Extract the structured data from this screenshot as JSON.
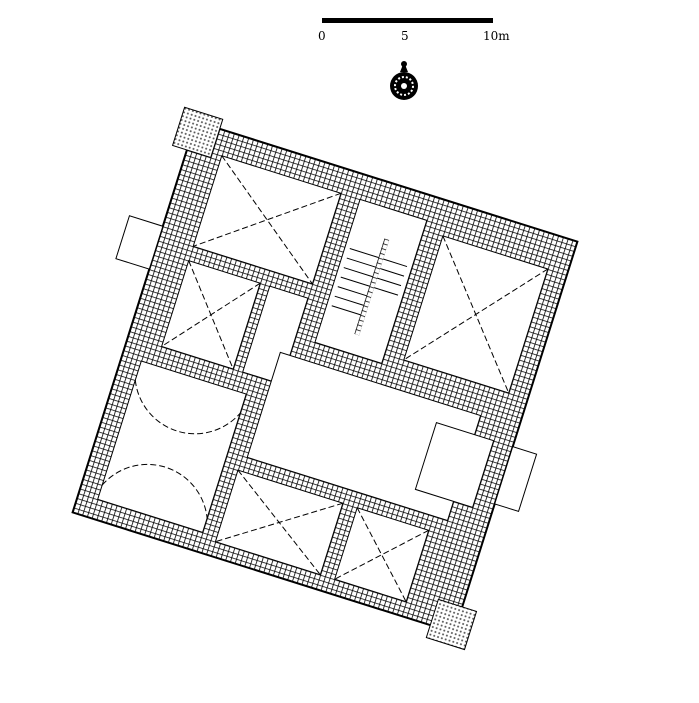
{
  "scale_bar": {
    "labels": [
      "0",
      "5",
      "10m"
    ]
  },
  "compass": {
    "icon": "compass-rose-icon"
  },
  "plan": {
    "colors": {
      "wall": "#000000",
      "background": "#ffffff"
    }
  }
}
